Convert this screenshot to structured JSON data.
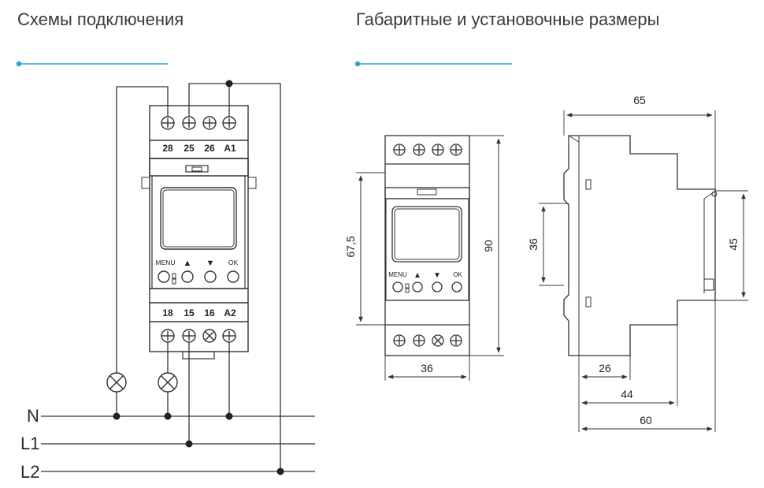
{
  "headings": {
    "wiring": "Схемы подключения",
    "dimensions": "Габаритные и установочные размеры"
  },
  "accent_color": "#29a3d6",
  "device": {
    "top_terminals": [
      "28",
      "25",
      "26",
      "A1"
    ],
    "bottom_terminals": [
      "18",
      "15",
      "16",
      "A2"
    ],
    "buttons": [
      "MENU",
      "▲",
      "▼",
      "OK"
    ]
  },
  "lines": {
    "n": "N",
    "l1": "L1",
    "l2": "L2"
  },
  "front_dims": {
    "width": "36",
    "height_total": "90",
    "height_inner": "67,5"
  },
  "side_dims": {
    "depth_total": "65",
    "rail": "36",
    "front": "45",
    "d1": "26",
    "d2": "44",
    "d3": "60"
  }
}
